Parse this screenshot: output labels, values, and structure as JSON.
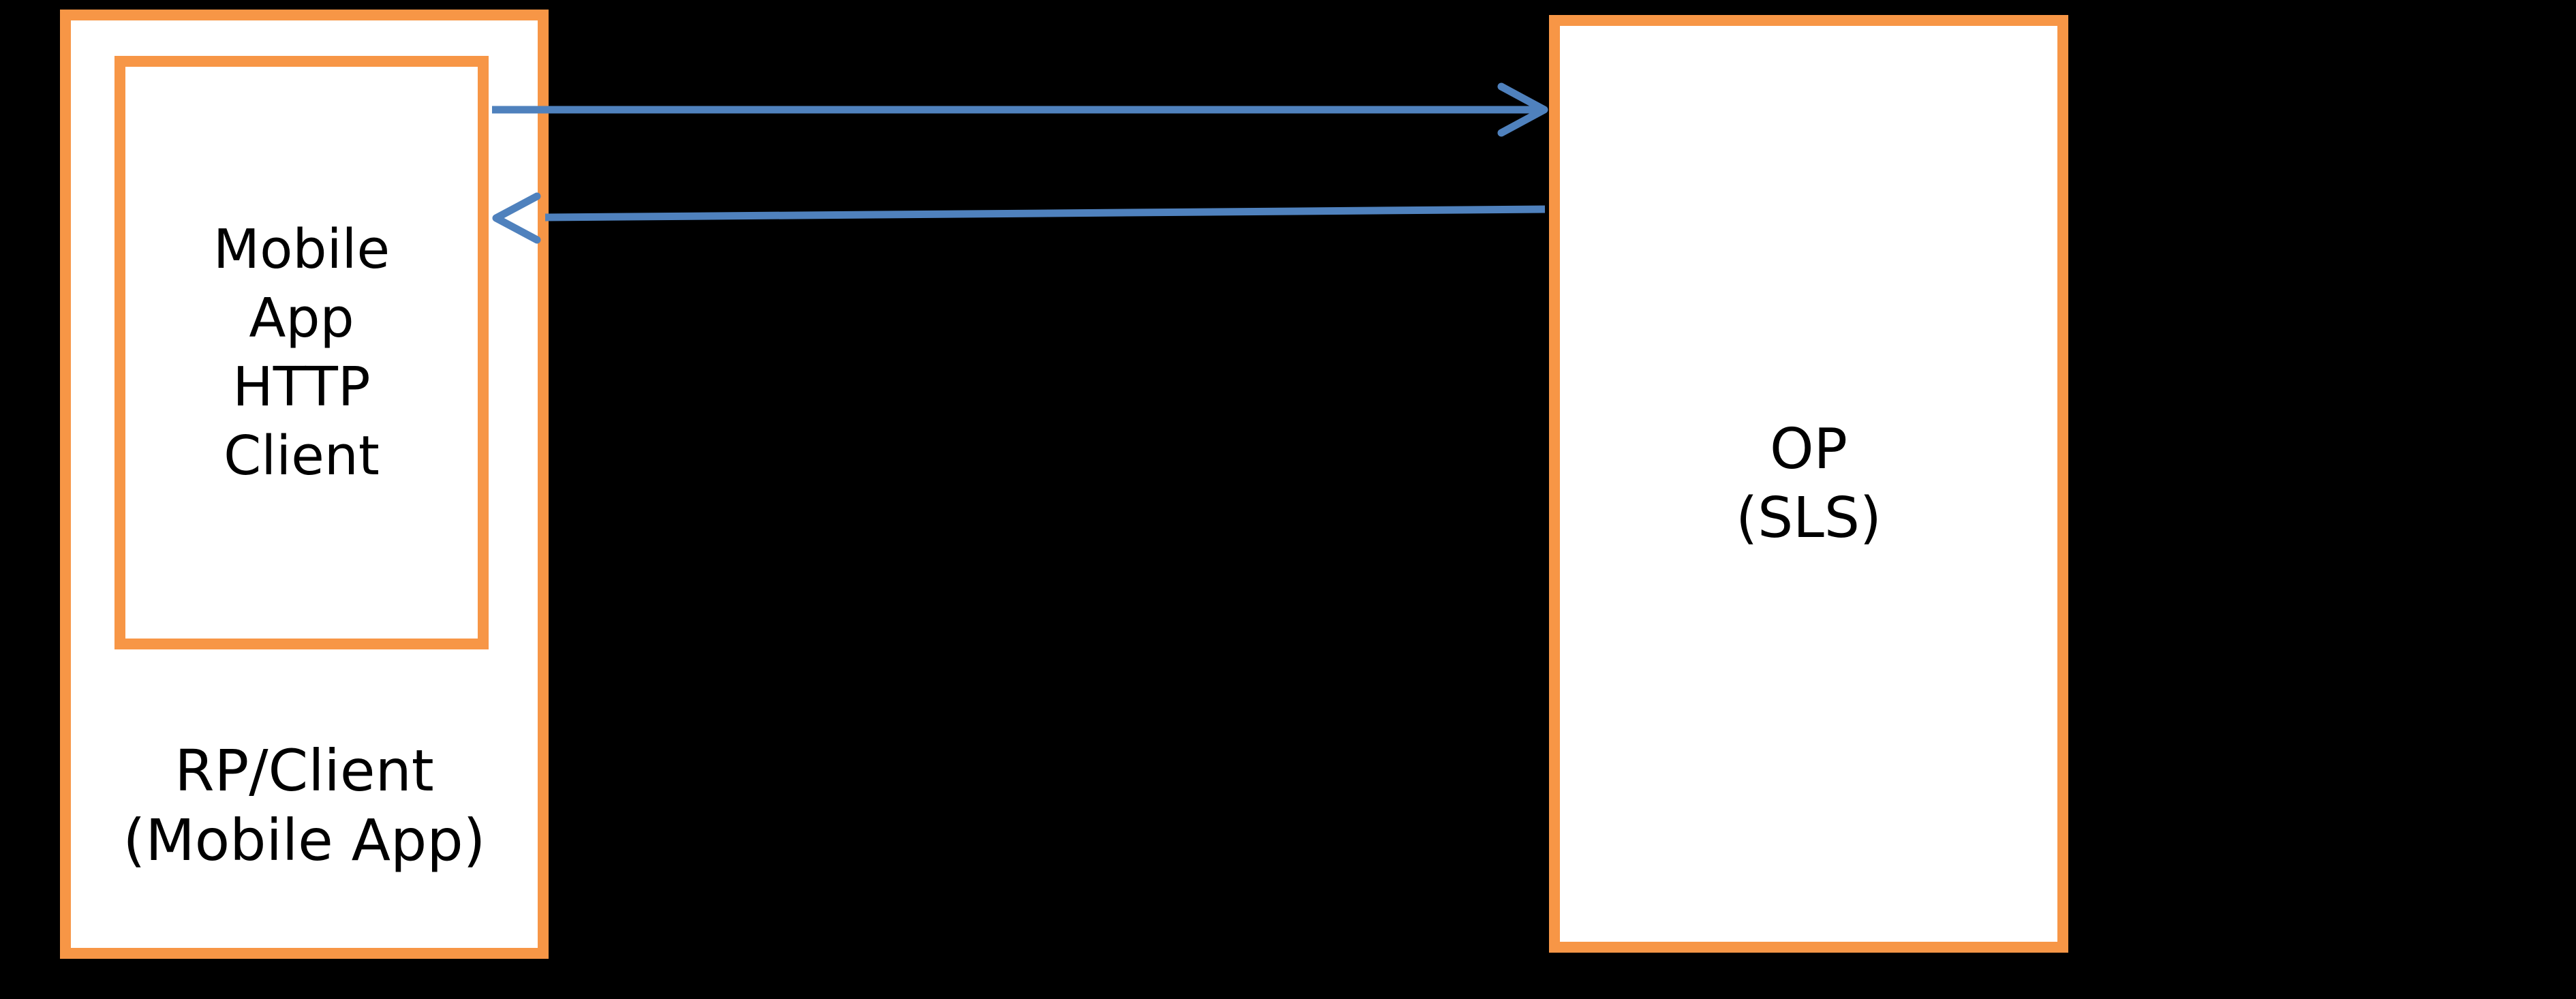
{
  "figure": {
    "type": "diagram",
    "background_color": "#000000"
  },
  "palette": {
    "box_border": "#F79646",
    "box_fill": "#FFFFFF",
    "arrow": "#4F81BD",
    "text": "#000000"
  },
  "boxes": {
    "rp_client": {
      "label_lines": [
        "RP/Client",
        "(Mobile App)"
      ]
    },
    "mobile_app_http_client": {
      "label_lines": [
        "Mobile",
        "App",
        "HTTP",
        "Client"
      ]
    },
    "op_sls": {
      "label_lines": [
        "OP",
        "(SLS)"
      ]
    }
  },
  "arrows": [
    {
      "name": "arrow-rp-to-op",
      "direction": "right"
    },
    {
      "name": "arrow-op-to-rp",
      "direction": "left"
    }
  ]
}
